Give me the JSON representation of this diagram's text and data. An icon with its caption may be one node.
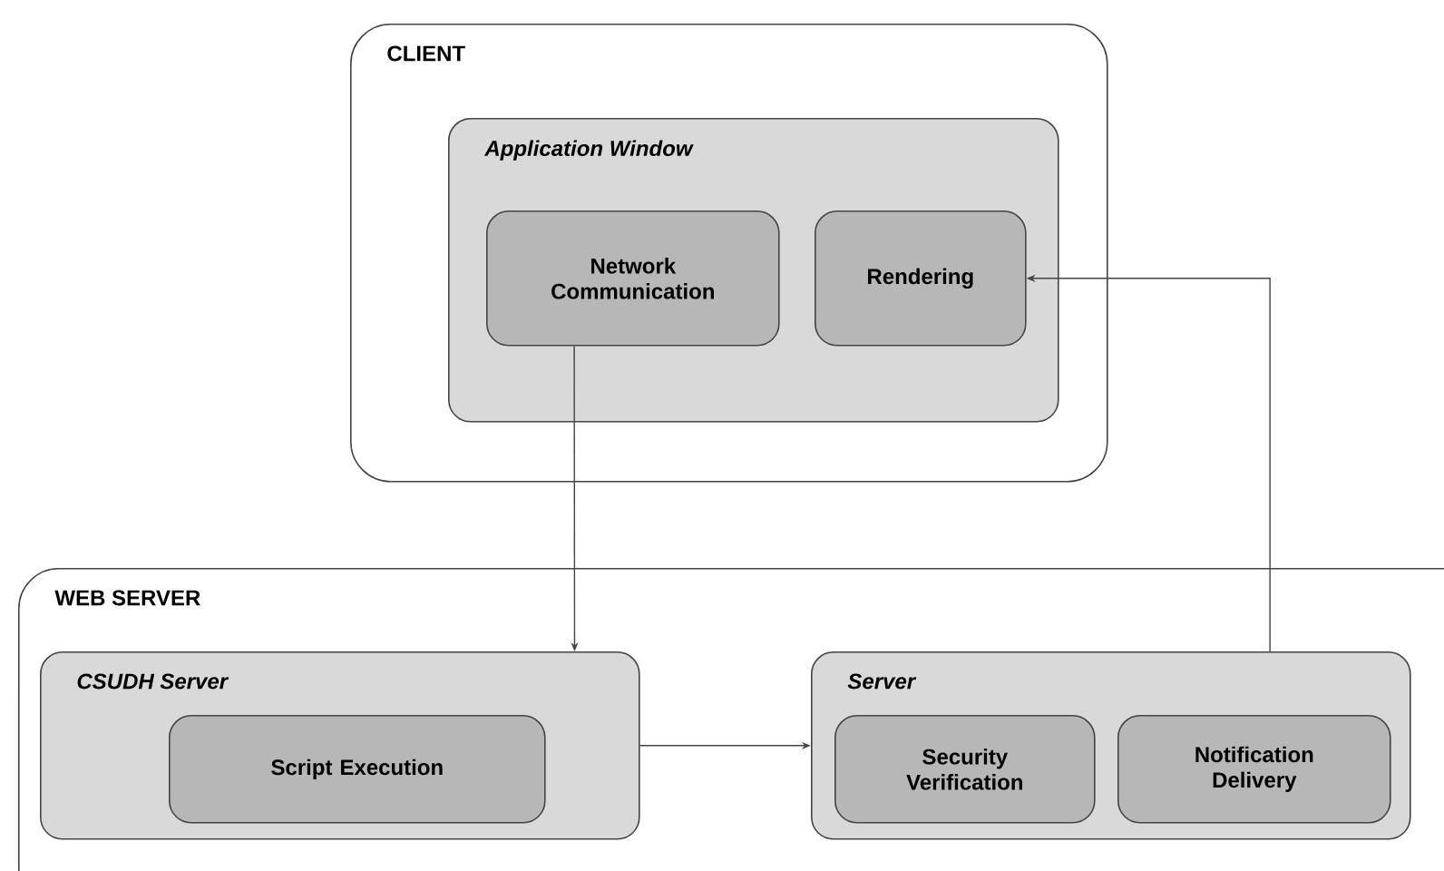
{
  "diagram": {
    "nodes": [
      {
        "text": [
          "CLIENT"
        ]
      },
      {
        "text": [
          "Application Window"
        ],
        "in": 0
      },
      {
        "text": [
          "Network Communication"
        ],
        "in": 1
      },
      {
        "text": [
          "Rendering"
        ],
        "in": 1
      },
      {
        "text": [
          "WEB SERVER"
        ]
      },
      {
        "text": [
          "CSUDH Server"
        ],
        "in": 4
      },
      {
        "text": [
          "Script Execution"
        ],
        "in": 5
      },
      {
        "text": [
          "Server"
        ],
        "in": 4
      },
      {
        "text": [
          "Security Verification"
        ],
        "in": 7
      },
      {
        "text": [
          "Notification Delivery"
        ],
        "in": 7
      }
    ],
    "edges": [
      {
        "from": 2,
        "to": 5,
        "arrow": "to"
      },
      {
        "from": 5,
        "to": 7,
        "arrow": "to"
      },
      {
        "from": 7,
        "to": 3,
        "arrow": "to"
      }
    ]
  }
}
